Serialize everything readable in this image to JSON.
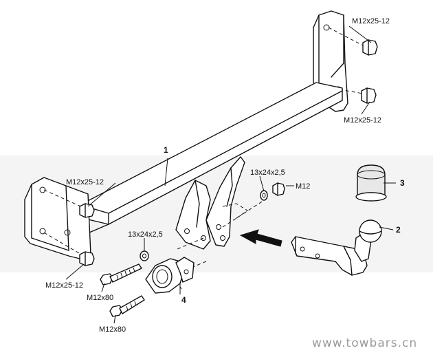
{
  "parts": {
    "p1": "1",
    "p2": "2",
    "p3": "3",
    "p4": "4"
  },
  "hardware": {
    "nut_top_1": "M12x25-12",
    "nut_top_2": "M12x25-12",
    "nut_left_1": "M12x25-12",
    "nut_left_2": "M12x25-12",
    "washer_right": "13x24x2,5",
    "nut_right": "M12",
    "washer_left": "13x24x2,5",
    "bolt_1": "M12x80",
    "bolt_2": "M12x80"
  },
  "watermark": "www.towbars.cn"
}
